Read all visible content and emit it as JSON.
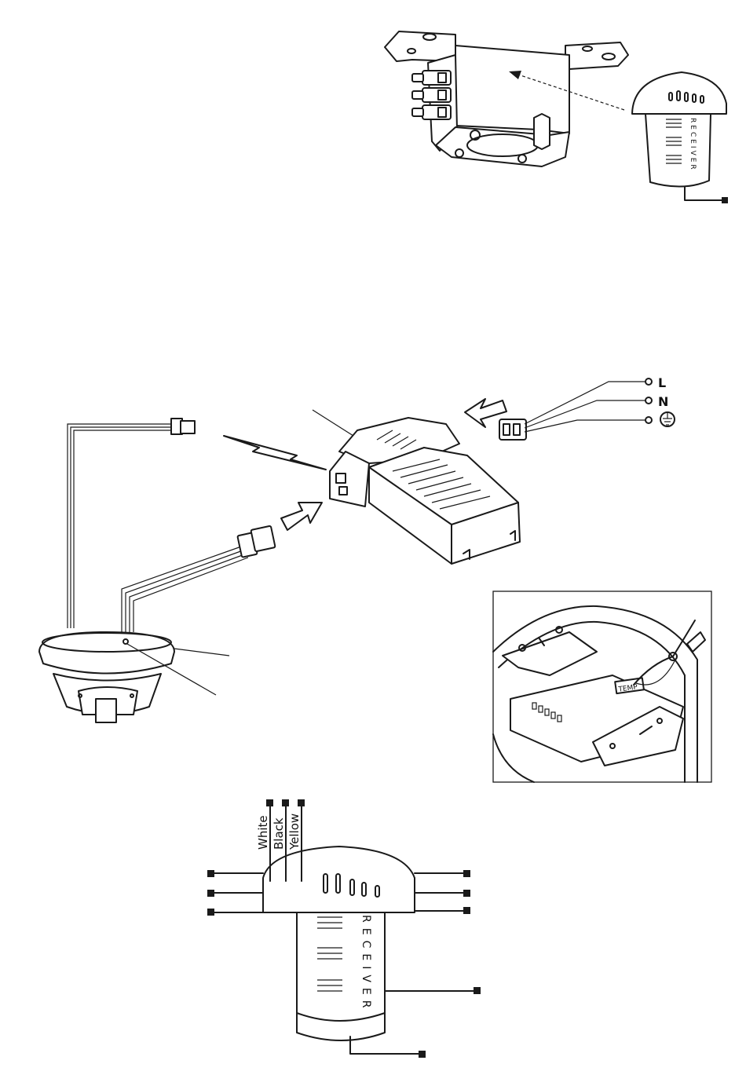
{
  "receiver_label": "RECEIVER",
  "mains_labels": {
    "live": "L",
    "neutral": "N"
  },
  "earth_symbol": "earth-ground-icon",
  "temp_tag": "TEMP",
  "wire_labels": [
    "White",
    "Black",
    "Yellow"
  ],
  "bottom_receiver_label": "RECEIVER"
}
